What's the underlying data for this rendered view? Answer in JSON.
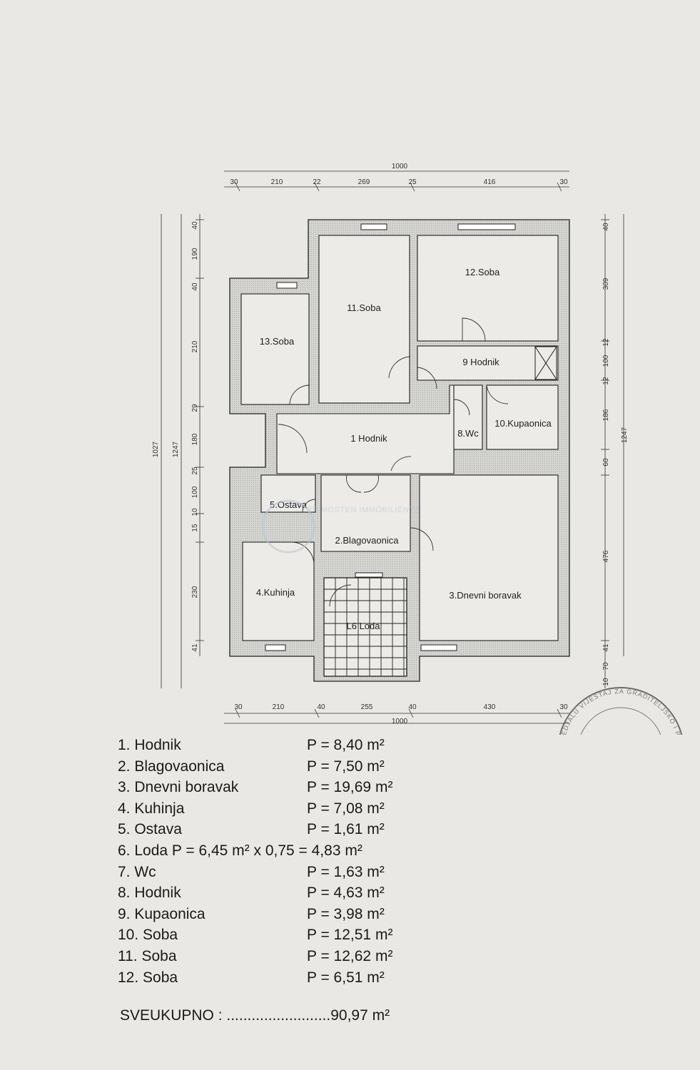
{
  "dimensions": {
    "top_total": "1000",
    "top_segments": [
      "30",
      "210",
      "22",
      "269",
      "25",
      "416",
      "30"
    ],
    "bottom_total": "1000",
    "bottom_segments": [
      "30",
      "210",
      "40",
      "255",
      "40",
      "430",
      "30"
    ],
    "left_outer": "1027",
    "left_mid": "1247",
    "left_segments": [
      "40",
      "190",
      "40",
      "210",
      "29",
      "180",
      "25",
      "100",
      "10",
      "15",
      "230",
      "41"
    ],
    "right_total": "1247",
    "right_segments": [
      "40",
      "309",
      "12",
      "100",
      "12",
      "186",
      "60",
      "476",
      "41",
      "70",
      "10"
    ]
  },
  "rooms": {
    "r1": "1 Hodnik",
    "r2": "2.Blagovaonica",
    "r3": "3.Dnevni boravak",
    "r4": "4.Kuhinja",
    "r5": "5.Ostava",
    "r6": "L6 Loda",
    "r8": "8.Wc",
    "r9": "9 Hodnik",
    "r10": "10.Kupaonica",
    "r11": "11.Soba",
    "r12": "12.Soba",
    "r13": "13.Soba"
  },
  "watermark": {
    "text": "PRIMOSTEN IMMOBILIENTE"
  },
  "stamp": {
    "text": "TAGEDJALU VIJESTAJ ZA GRADITELJSKO I PROSTORNO UREĐENJE NEKRETNINA"
  },
  "areas": [
    {
      "label": "1. Hodnik",
      "value": "P =  8,40 m²"
    },
    {
      "label": "2. Blagovaonica",
      "value": "P =  7,50 m²"
    },
    {
      "label": "3. Dnevni boravak",
      "value": "P = 19,69 m²"
    },
    {
      "label": "4. Kuhinja",
      "value": "P =  7,08 m²"
    },
    {
      "label": "5. Ostava",
      "value": "P =  1,61 m²"
    },
    {
      "label": "6. Loda P =   6,45 m² x 0,75 = 4,83 m²",
      "value": ""
    },
    {
      "label": "7. Wc",
      "value": "P =  1,63 m²"
    },
    {
      "label": "8. Hodnik",
      "value": "P =  4,63 m²"
    },
    {
      "label": "9. Kupaonica",
      "value": "P =  3,98 m²"
    },
    {
      "label": "10. Soba",
      "value": "P = 12,51 m²"
    },
    {
      "label": "11. Soba",
      "value": "P = 12,62 m²"
    },
    {
      "label": "12. Soba",
      "value": "P =  6,51 m²"
    }
  ],
  "total": "SVEUKUPNO : .........................90,97 m²"
}
